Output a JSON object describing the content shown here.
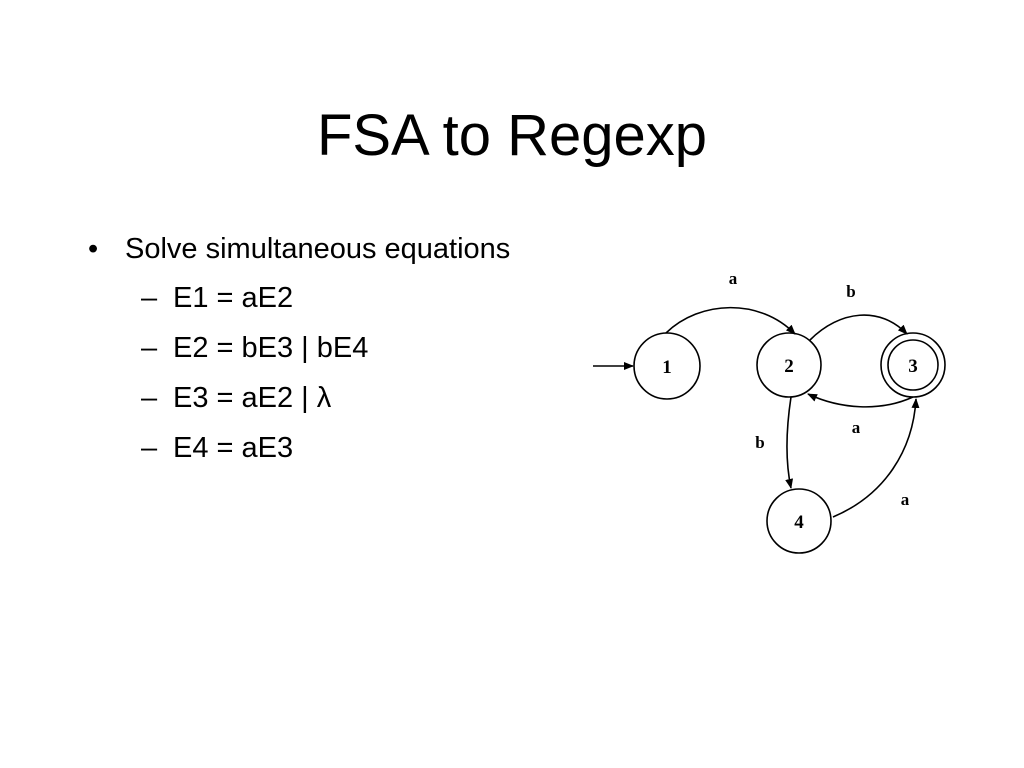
{
  "slide": {
    "title": "FSA to Regexp",
    "bullet": "Solve simultaneous equations",
    "sub_items": [
      "E1 = aE2",
      "E2 = bE3 | bE4",
      "E3 = aE2 | λ",
      "E4 = aE3"
    ],
    "bullet_marker": "•",
    "dash_marker": "–"
  },
  "diagram": {
    "states": [
      {
        "id": "1",
        "label": "1",
        "start": true,
        "accepting": false
      },
      {
        "id": "2",
        "label": "2",
        "start": false,
        "accepting": false
      },
      {
        "id": "3",
        "label": "3",
        "start": false,
        "accepting": true
      },
      {
        "id": "4",
        "label": "4",
        "start": false,
        "accepting": false
      }
    ],
    "transitions": [
      {
        "from": "1",
        "to": "2",
        "label": "a"
      },
      {
        "from": "2",
        "to": "3",
        "label": "b"
      },
      {
        "from": "3",
        "to": "2",
        "label": "a"
      },
      {
        "from": "2",
        "to": "4",
        "label": "b"
      },
      {
        "from": "4",
        "to": "3",
        "label": "a"
      }
    ]
  }
}
